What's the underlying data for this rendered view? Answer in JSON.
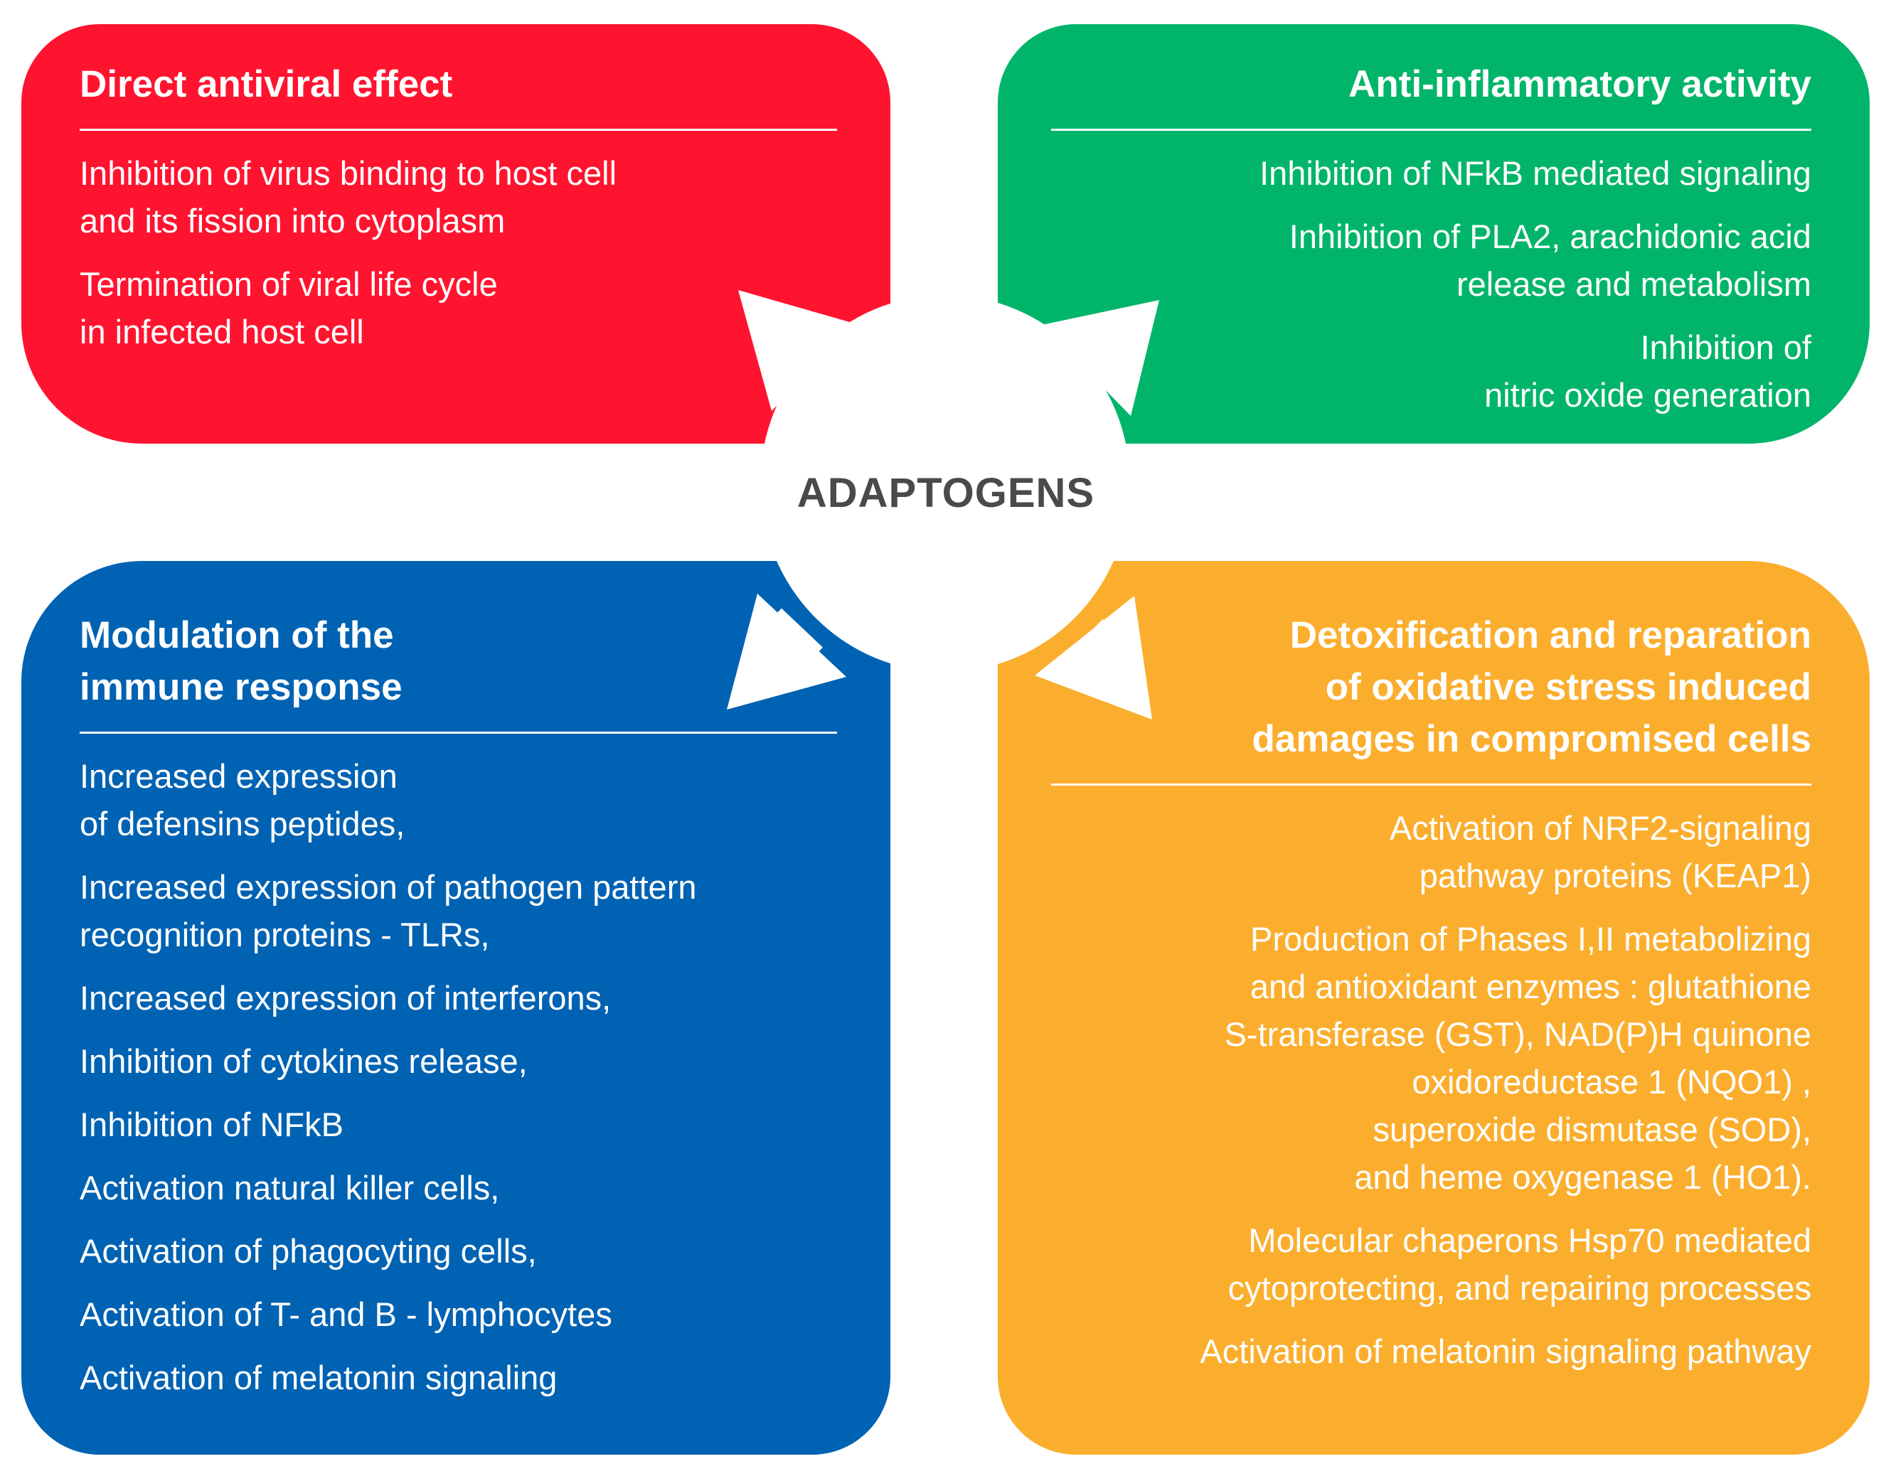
{
  "center_label": "ADAPTOGENS",
  "colors": {
    "antiviral": "#ff1430",
    "anti_inflammatory": "#00b56a",
    "immune": "#0062b3",
    "detox": "#fbae2e",
    "center_text": "#4a4a4a",
    "arrow": "#ffffff"
  },
  "panels": {
    "antiviral": {
      "title": "Direct antiviral effect",
      "items": [
        "Inhibition of virus binding to host cell\nand its fission into cytoplasm",
        "Termination of viral life cycle\nin infected host cell"
      ]
    },
    "anti_inflammatory": {
      "title": "Anti-inflammatory activity",
      "items": [
        "Inhibition of NFkB mediated signaling",
        "Inhibition of PLA2, arachidonic acid\nrelease and metabolism",
        "Inhibition of\nnitric oxide generation"
      ]
    },
    "immune": {
      "title": "Modulation of the\nimmune response",
      "items": [
        "Increased expression\nof defensins peptides,",
        "Increased  expression of pathogen pattern\nrecognition proteins - TLRs,",
        "Increased  expression of interferons,",
        "Inhibition of cytokines release,",
        "Inhibition of NFkB",
        "Activation natural killer cells,",
        "Activation of phagocyting cells,",
        "Activation of T-  and B - lymphocytes",
        "Activation of melatonin signaling"
      ]
    },
    "detox": {
      "title": "Detoxification and reparation\nof oxidative stress induced\ndamages in compromised cells",
      "items": [
        "Activation of NRF2-signaling\npathway proteins (KEAP1)",
        "Production of Phases I,II metabolizing\nand antioxidant enzymes : glutathione\nS-transferase (GST), NAD(P)H quinone\noxidoreductase 1 (NQO1) ,\nsuperoxide dismutase (SOD),\nand heme oxygenase 1 (HO1).",
        "Molecular chaperons Hsp70 mediated\ncytoprotecting, and repairing processes",
        "Activation of melatonin signaling pathway"
      ]
    }
  }
}
